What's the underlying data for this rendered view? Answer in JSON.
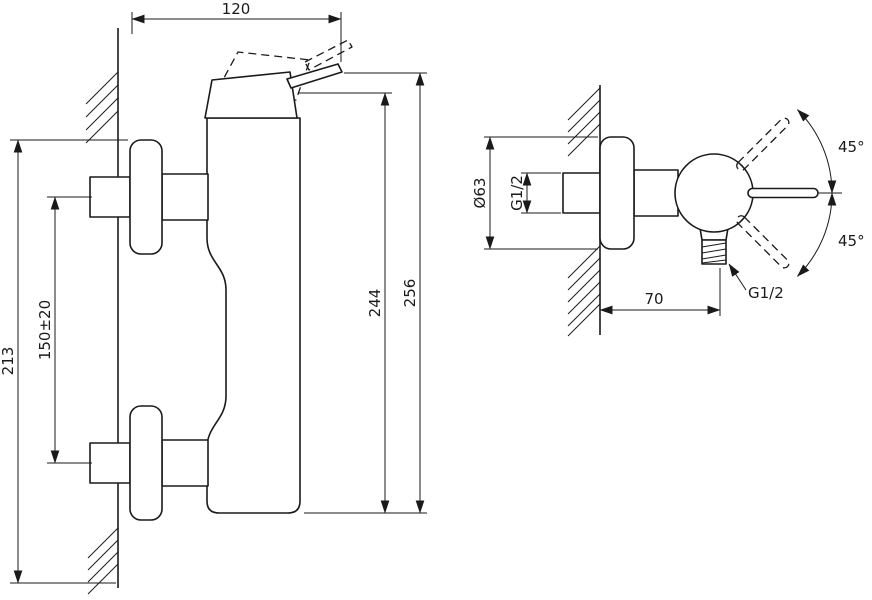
{
  "drawing": {
    "left_view": {
      "dim_width_top": "120",
      "dim_height_overall": "256",
      "dim_height_body": "244",
      "dim_height_left": "213",
      "dim_inlet_spacing": "150±20"
    },
    "right_view": {
      "dim_flange_diameter": "Ø63",
      "dim_inlet_thread": "G1/2",
      "dim_wall_offset": "70",
      "dim_outlet_thread": "G1/2",
      "dim_angle_up": "45°",
      "dim_angle_down": "45°"
    },
    "colors": {
      "line": "#1a1a1a",
      "background": "#ffffff"
    }
  }
}
